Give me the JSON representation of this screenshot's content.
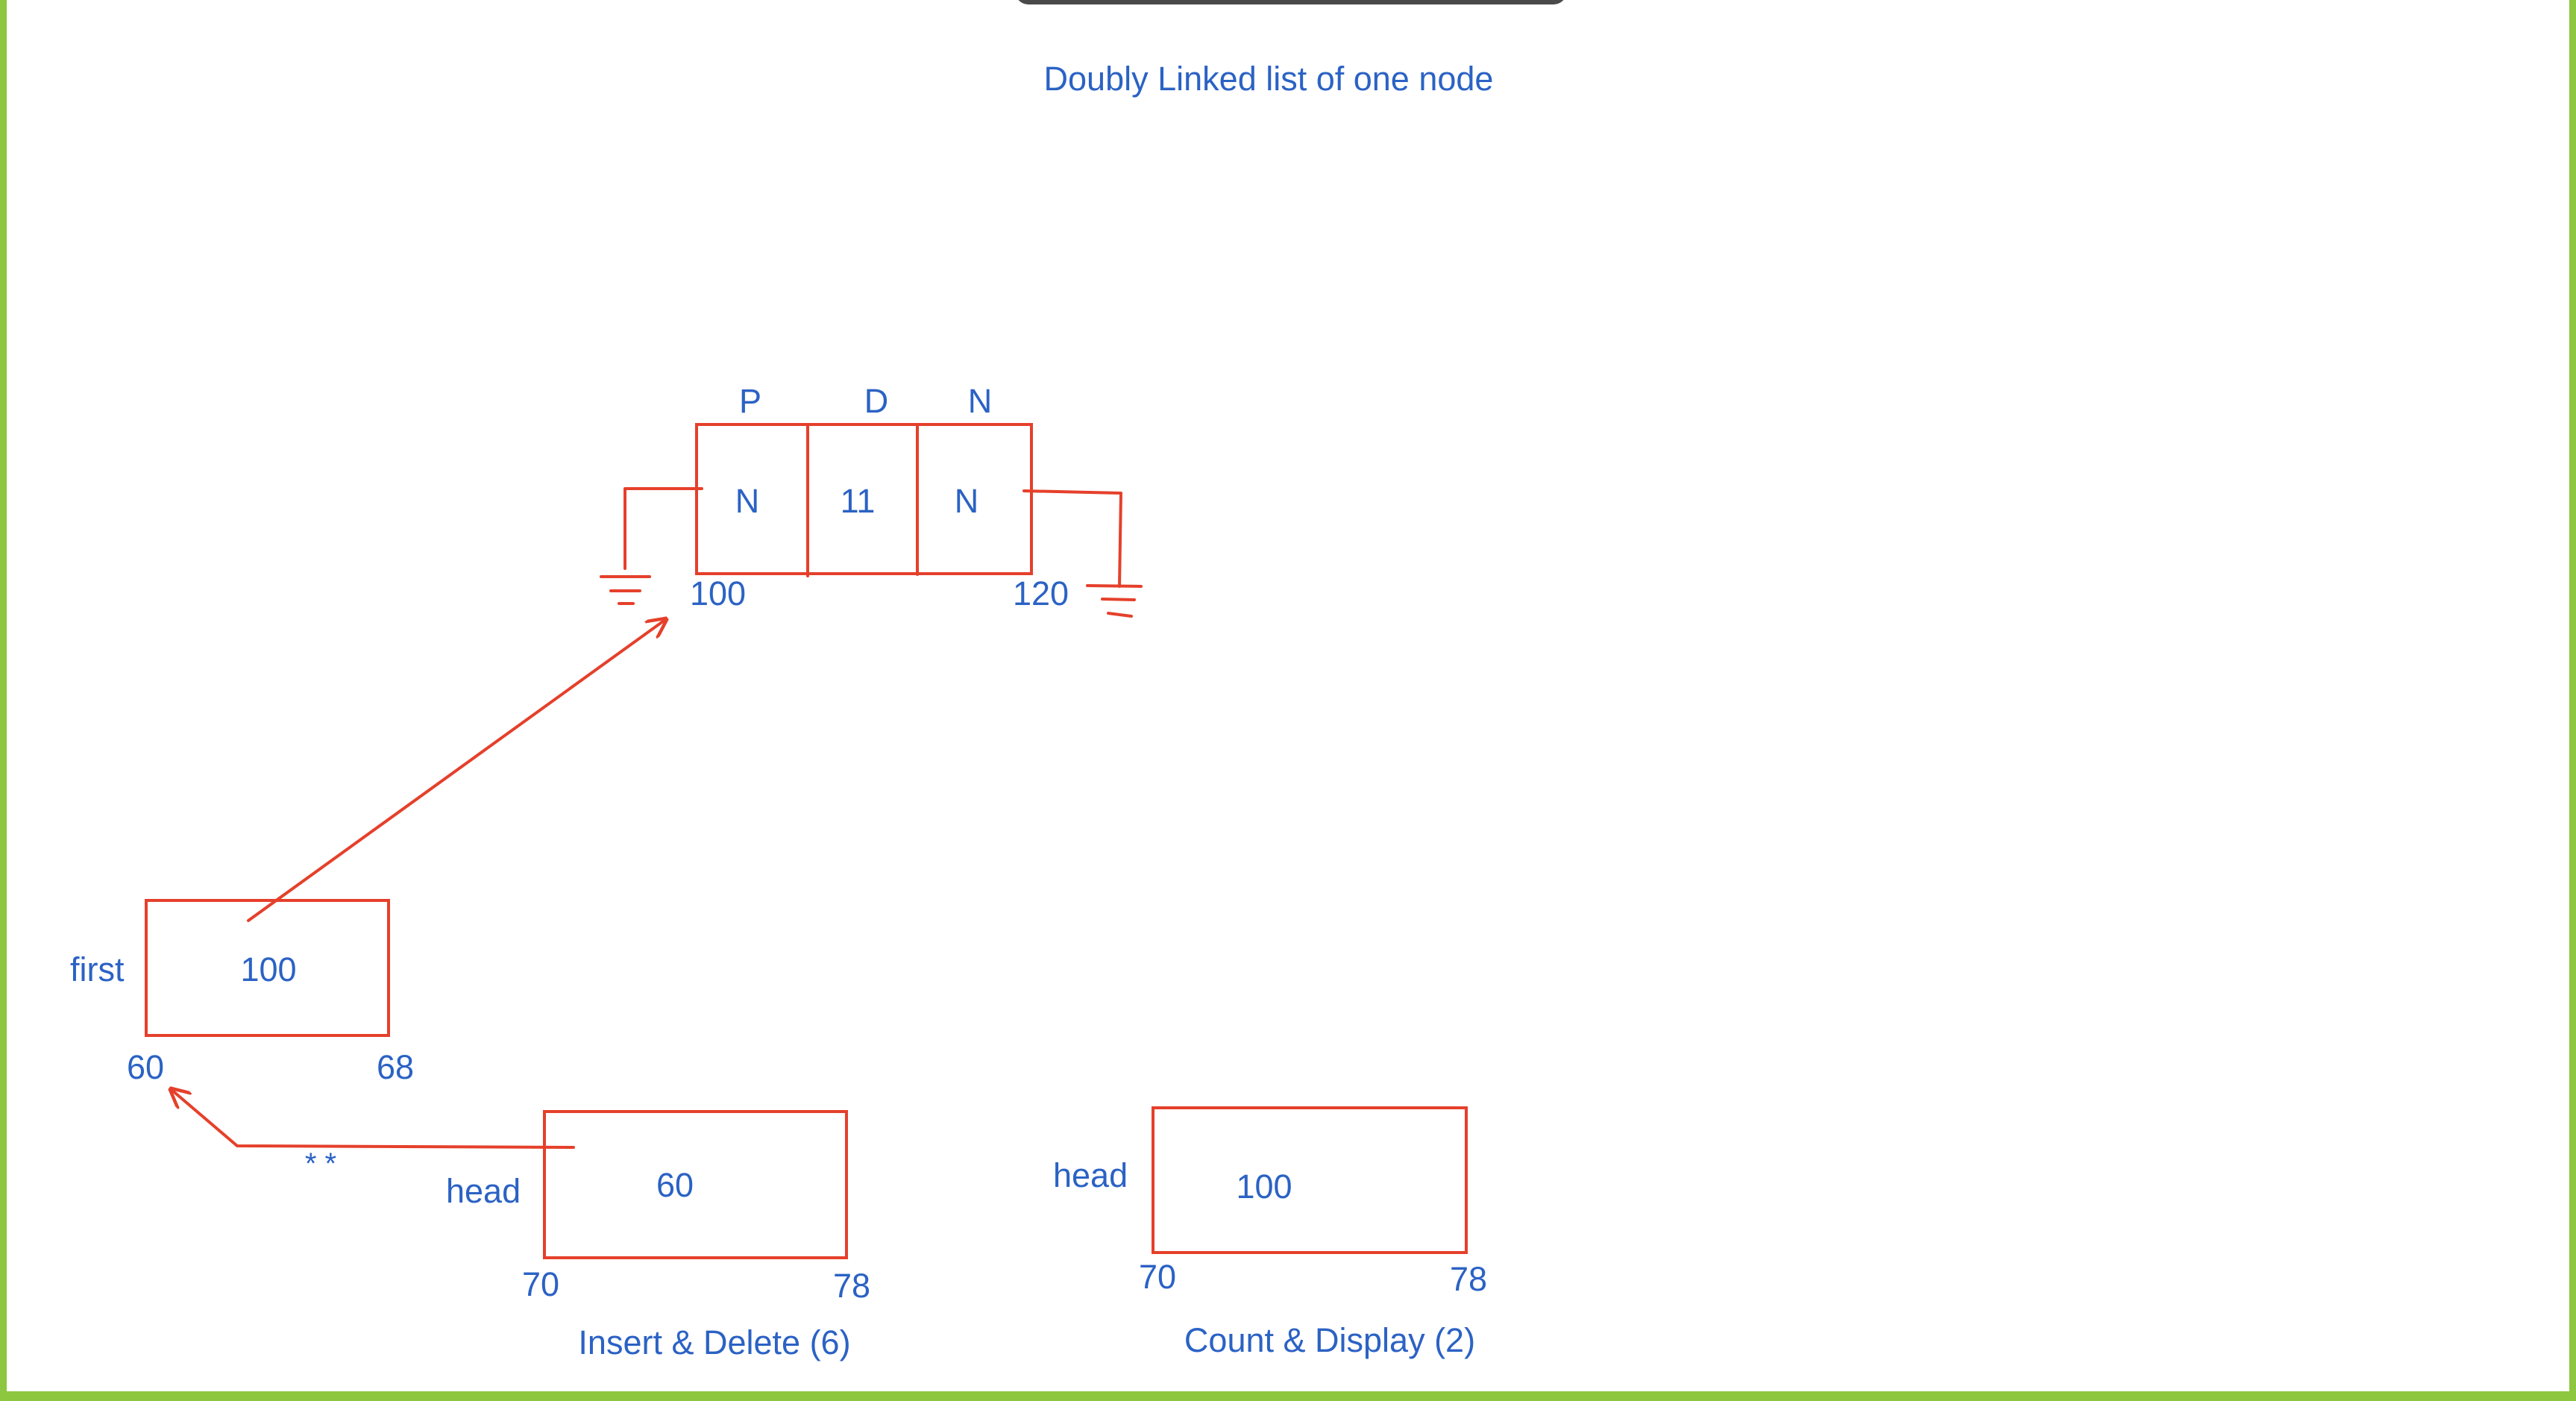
{
  "title": "Doubly Linked list of one node",
  "node": {
    "field_labels": {
      "prev": "P",
      "data": "D",
      "next": "N"
    },
    "prev_value": "N",
    "data_value": "11",
    "next_value": "N",
    "start_address": "100",
    "end_address": "120"
  },
  "first_pointer": {
    "name": "first",
    "value": "100",
    "start_address": "60",
    "end_address": "68"
  },
  "head_insert": {
    "name": "head",
    "value": "60",
    "start_address": "70",
    "end_address": "78",
    "stars": "* *",
    "caption": "Insert & Delete (6)"
  },
  "head_count": {
    "name": "head",
    "value": "100",
    "start_address": "70",
    "end_address": "78",
    "caption": "Count & Display (2)"
  },
  "colors": {
    "ink_blue": "#2b62c4",
    "ink_red": "#e5402b",
    "frame_green": "#8dc63f"
  }
}
